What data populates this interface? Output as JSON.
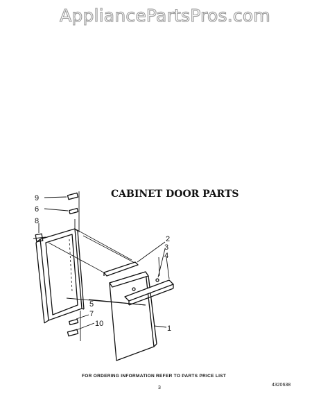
{
  "watermark": "AppliancePartsPros.com",
  "title": "CABINET DOOR PARTS",
  "footer": {
    "note": "FOR ORDERING INFORMATION REFER TO PARTS PRICE LIST",
    "page": "3",
    "part_number": "4320638"
  },
  "callouts": {
    "c1": "1",
    "c2": "2",
    "c3": "3",
    "c4": "4",
    "c5": "5",
    "c6": "6",
    "c7": "7",
    "c8": "8",
    "c9": "9",
    "c10": "10"
  }
}
